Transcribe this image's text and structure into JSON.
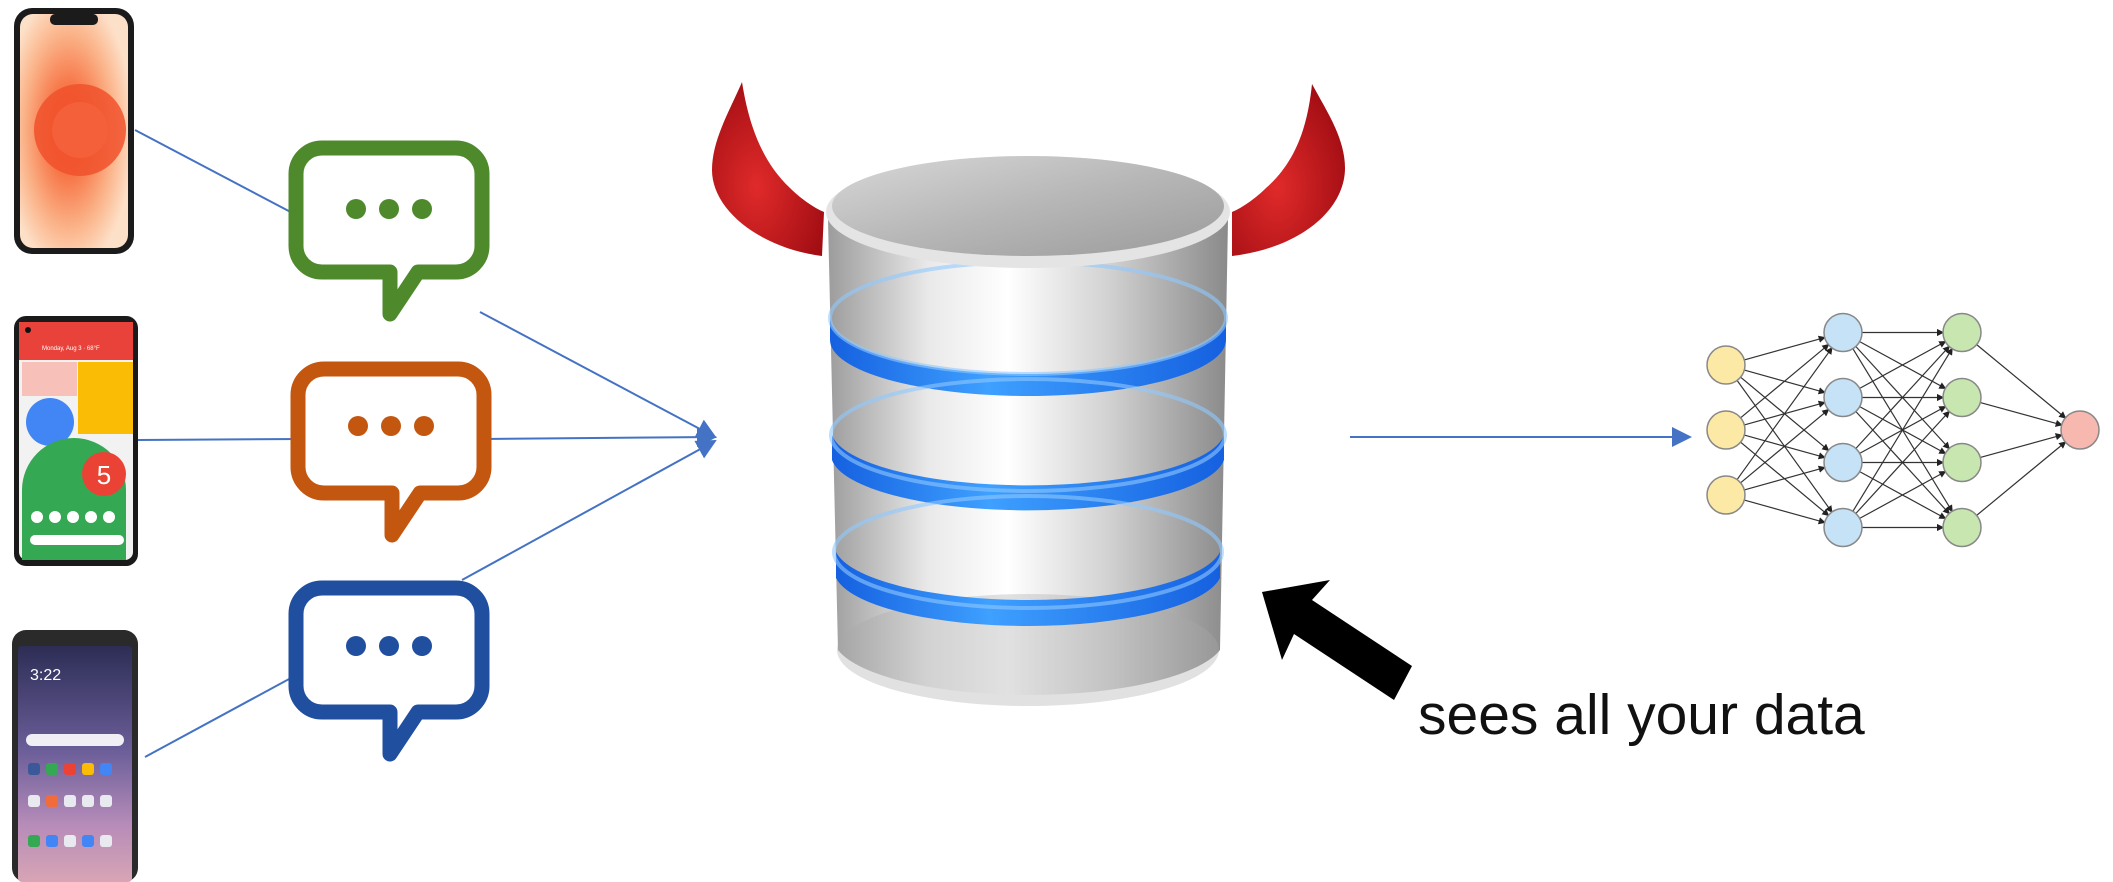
{
  "caption": "sees all your data",
  "phones": [
    {
      "id": "iphone"
    },
    {
      "id": "pixel",
      "status_text": "Monday, Aug 3 · 68°F",
      "badge": "5"
    },
    {
      "id": "android",
      "clock": "3:22"
    }
  ],
  "message_bubbles": [
    {
      "color": "#4e8a2c",
      "icon": "chat-bubble-ellipsis-icon"
    },
    {
      "color": "#c4570f",
      "icon": "chat-bubble-ellipsis-icon"
    },
    {
      "color": "#1f4f9e",
      "icon": "chat-bubble-ellipsis-icon"
    }
  ],
  "database": {
    "icon": "database-with-devil-horns-icon",
    "band_color": "#1e7bff",
    "horn_color": "#c4161c"
  },
  "pointer": {
    "icon": "black-arrow-icon"
  },
  "neural_network": {
    "icon": "neural-network-icon",
    "layers": [
      {
        "nodes": 3,
        "color": "#fce9a6"
      },
      {
        "nodes": 4,
        "color": "#c6e2f7"
      },
      {
        "nodes": 4,
        "color": "#c8e6b0"
      },
      {
        "nodes": 1,
        "color": "#f7b8b0"
      }
    ]
  },
  "colors": {
    "line": "#4472c4",
    "stroke": "#888888"
  }
}
